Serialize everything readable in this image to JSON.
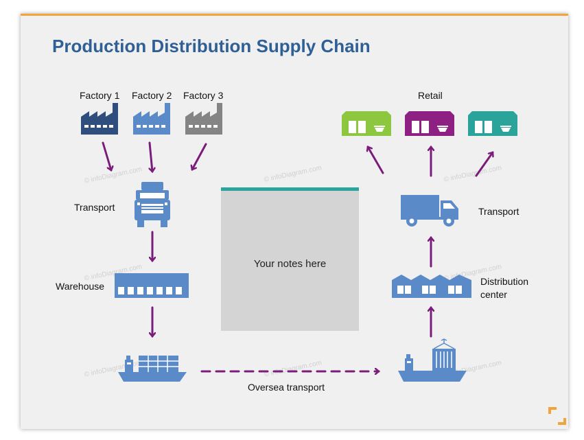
{
  "diagram": {
    "title": "Production Distribution Supply Chain",
    "factories": [
      {
        "label": "Factory 1",
        "color": "#2f4e7e"
      },
      {
        "label": "Factory 2",
        "color": "#5a8bc8"
      },
      {
        "label": "Factory 3",
        "color": "#848484"
      }
    ],
    "retail": {
      "label": "Retail",
      "stores": [
        {
          "color": "#8dc63f"
        },
        {
          "color": "#8e1f83"
        },
        {
          "color": "#2aa39a"
        }
      ]
    },
    "left_transport_label": "Transport",
    "right_transport_label": "Transport",
    "warehouse_label": "Warehouse",
    "distribution_label_line1": "Distribution",
    "distribution_label_line2": "center",
    "oversea_label": "Oversea transport",
    "notes_text": "Your notes here",
    "watermark": "© infoDiagram.com",
    "colors": {
      "title": "#2f5f95",
      "icon_blue": "#5a8bc8",
      "arrow": "#7a1d7a",
      "notes_accent": "#2aa39a",
      "border_accent": "#f2a33a"
    }
  }
}
